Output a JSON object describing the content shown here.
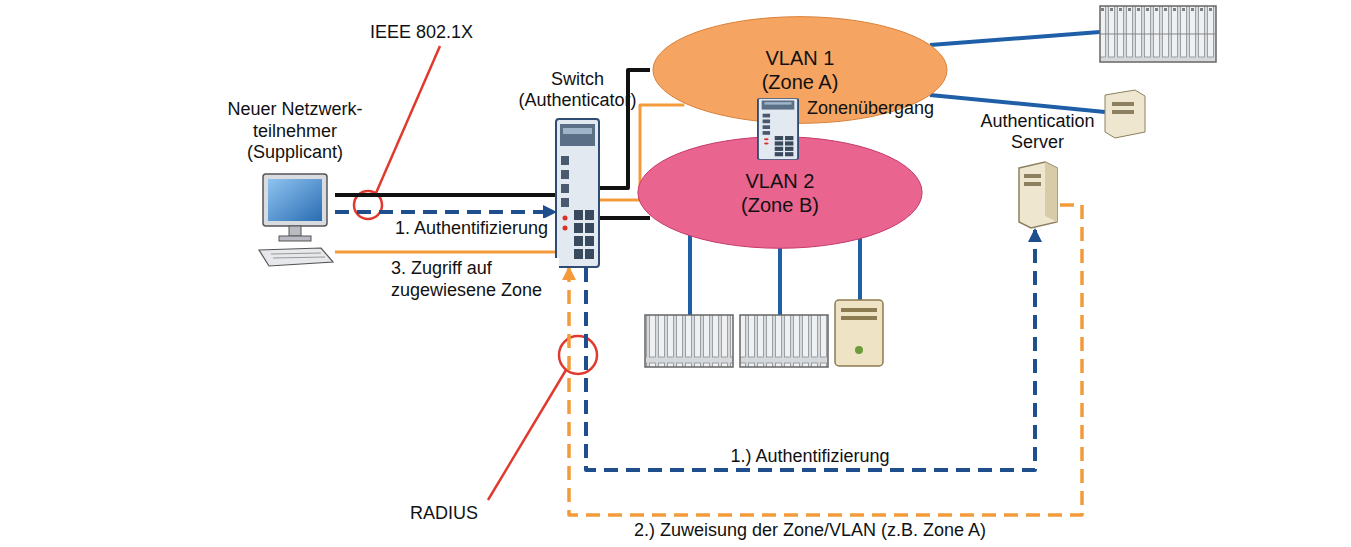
{
  "diagram": {
    "nodes": [
      {
        "text": [
          "Neuer Netzwerk- teilnehmer (Supplicant)"
        ]
      },
      {
        "text": [
          "Switch (Authenticator)"
        ]
      },
      {
        "text": [
          "VLAN 1 (Zone A)"
        ]
      },
      {
        "text": [
          "VLAN 2 (Zone B)"
        ]
      },
      {
        "text": [
          "Zonenübergang"
        ]
      },
      {
        "text": [
          "Authentication Server"
        ]
      }
    ],
    "edges": [
      {
        "from": 0,
        "to": 1,
        "arrow": "none"
      },
      {
        "from": 0,
        "to": 1,
        "label": "1. Authentifizierung",
        "arrow": "to"
      },
      {
        "from": 0,
        "to": 1,
        "label": "3. Zugriff auf zugewiesene Zone",
        "arrow": "none"
      },
      {
        "from": 1,
        "to": 2,
        "arrow": "none"
      },
      {
        "from": 1,
        "to": 2,
        "arrow": "none"
      },
      {
        "from": 1,
        "to": 3,
        "arrow": "none"
      },
      {
        "from": 1,
        "to": 5,
        "label": "1.) Authentifizierung",
        "arrow": "to"
      },
      {
        "from": 5,
        "to": 1,
        "label": "2.) Zuweisung der Zone/VLAN (z.B. Zone A)",
        "arrow": "to"
      }
    ],
    "labels": [
      "IEEE 802.1X",
      "RADIUS"
    ]
  }
}
